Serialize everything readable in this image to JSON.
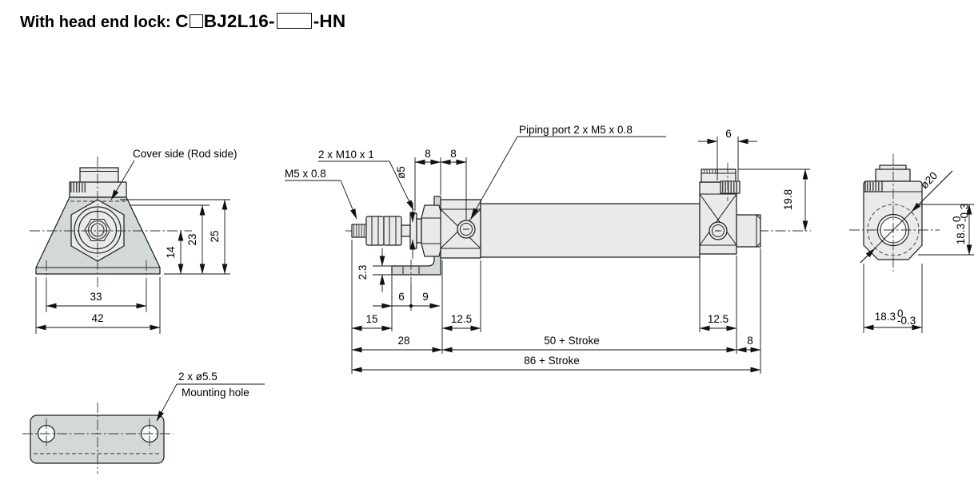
{
  "colors": {
    "part_fill": "#e9ebeb",
    "bracket_fill": "#d3d8d8",
    "line": "#1a1a1a",
    "background": "#ffffff"
  },
  "title": {
    "prefix": "With head end lock: ",
    "model_prefix": "C",
    "model_mid": "BJ2L16-",
    "model_suffix": "-HN"
  },
  "front_view": {
    "cover_side_label": "Cover side (Rod side)",
    "dim_14": "14",
    "dim_23": "23",
    "dim_25": "25",
    "dim_33": "33",
    "dim_42": "42"
  },
  "side_view": {
    "rod_thread_label": "2 x M10 x 1",
    "rod_end_label": "M5 x 0.8",
    "piping_label": "Piping port 2 x M5 x 0.8",
    "dim_rod_dia": "ø5",
    "dim_8_left": "8",
    "dim_8_right": "8",
    "dim_lock_width": "6",
    "dim_19_8": "19.8",
    "dim_2_3": "2.3",
    "dim_6": "6",
    "dim_9": "9",
    "dim_15": "15",
    "dim_12_5_front": "12.5",
    "dim_12_5_rear": "12.5",
    "dim_28": "28",
    "dim_50_stroke": "50 + Stroke",
    "dim_8_boss": "8",
    "dim_86_stroke": "86 + Stroke"
  },
  "end_view": {
    "dim_dia_20": "ø20",
    "dim_18_3_vertical": "18.3",
    "dim_18_3_horizontal": "18.3",
    "tol_upper": "0",
    "tol_lower": "-0.3"
  },
  "plate_view": {
    "hole_label": "2 x ø5.5",
    "mounting_label": "Mounting hole"
  }
}
